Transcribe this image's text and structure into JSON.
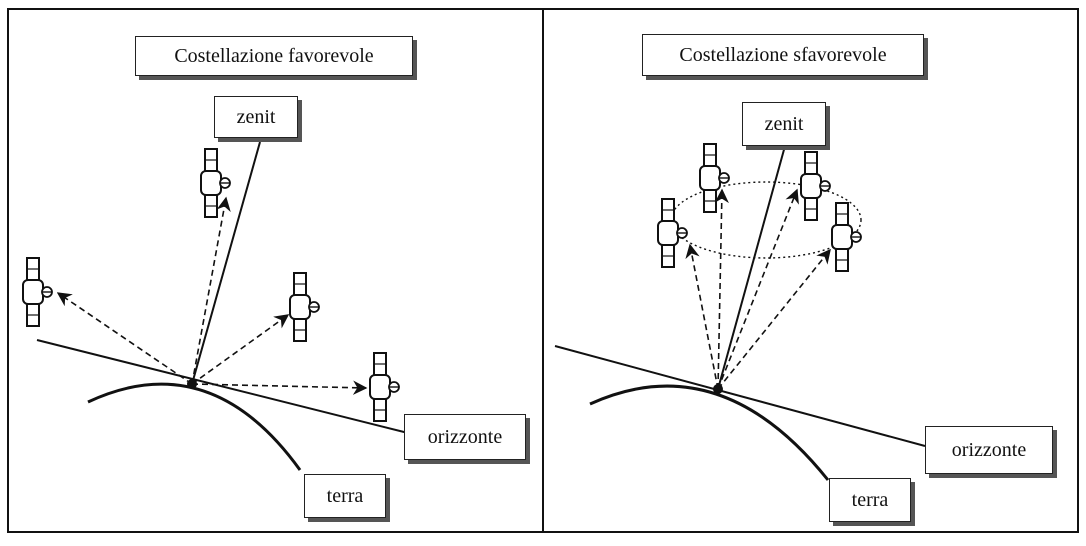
{
  "diagram": {
    "panels": [
      {
        "title": "Costellazione favorevole",
        "zenith_label": "zenit",
        "horizon_label": "orizzonte",
        "earth_label": "terra"
      },
      {
        "title": "Costellazione sfavorevole",
        "zenith_label": "zenit",
        "horizon_label": "orizzonte",
        "earth_label": "terra"
      }
    ],
    "colors": {
      "ink": "#111111",
      "shadow": "#555555",
      "background": "#ffffff"
    },
    "icons": [
      "satellite-icon"
    ]
  }
}
